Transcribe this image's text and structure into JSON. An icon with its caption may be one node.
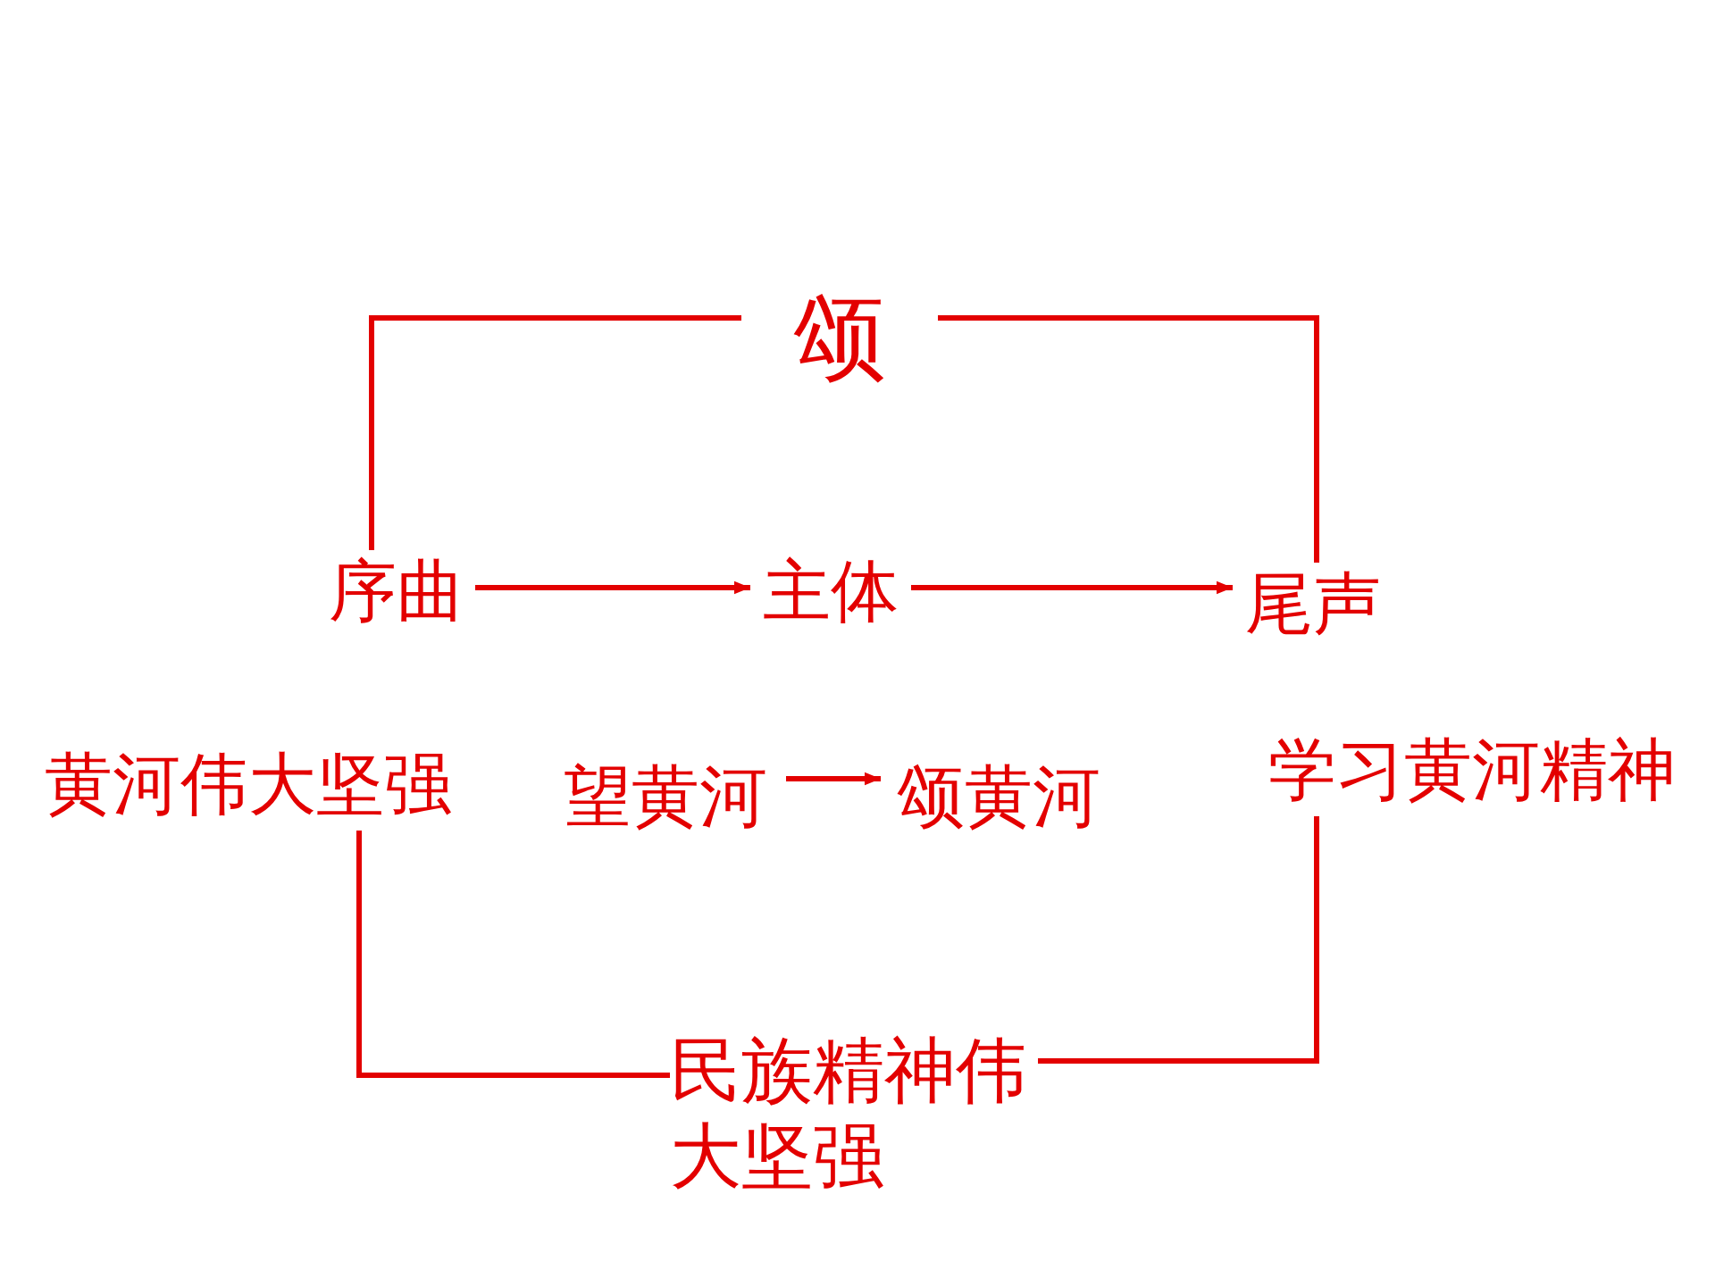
{
  "diagram": {
    "nodes": [
      {
        "text": [
          "颂"
        ]
      },
      {
        "text": [
          "序曲"
        ]
      },
      {
        "text": [
          "主体"
        ]
      },
      {
        "text": [
          "尾声"
        ]
      },
      {
        "text": [
          "黄河伟大坚强"
        ]
      },
      {
        "text": [
          "望黄河"
        ]
      },
      {
        "text": [
          "颂黄河"
        ]
      },
      {
        "text": [
          "学习黄河精神"
        ]
      },
      {
        "text": [
          "民族精神伟大坚强"
        ]
      }
    ],
    "edges": [
      {
        "from": 1,
        "to": 0,
        "arrow": "none"
      },
      {
        "from": 0,
        "to": 3,
        "arrow": "none"
      },
      {
        "from": 1,
        "to": 2,
        "arrow": "to"
      },
      {
        "from": 2,
        "to": 3,
        "arrow": "to"
      },
      {
        "from": 5,
        "to": 6,
        "arrow": "to"
      },
      {
        "from": 4,
        "to": 8,
        "arrow": "none"
      },
      {
        "from": 8,
        "to": 7,
        "arrow": "none"
      }
    ]
  }
}
